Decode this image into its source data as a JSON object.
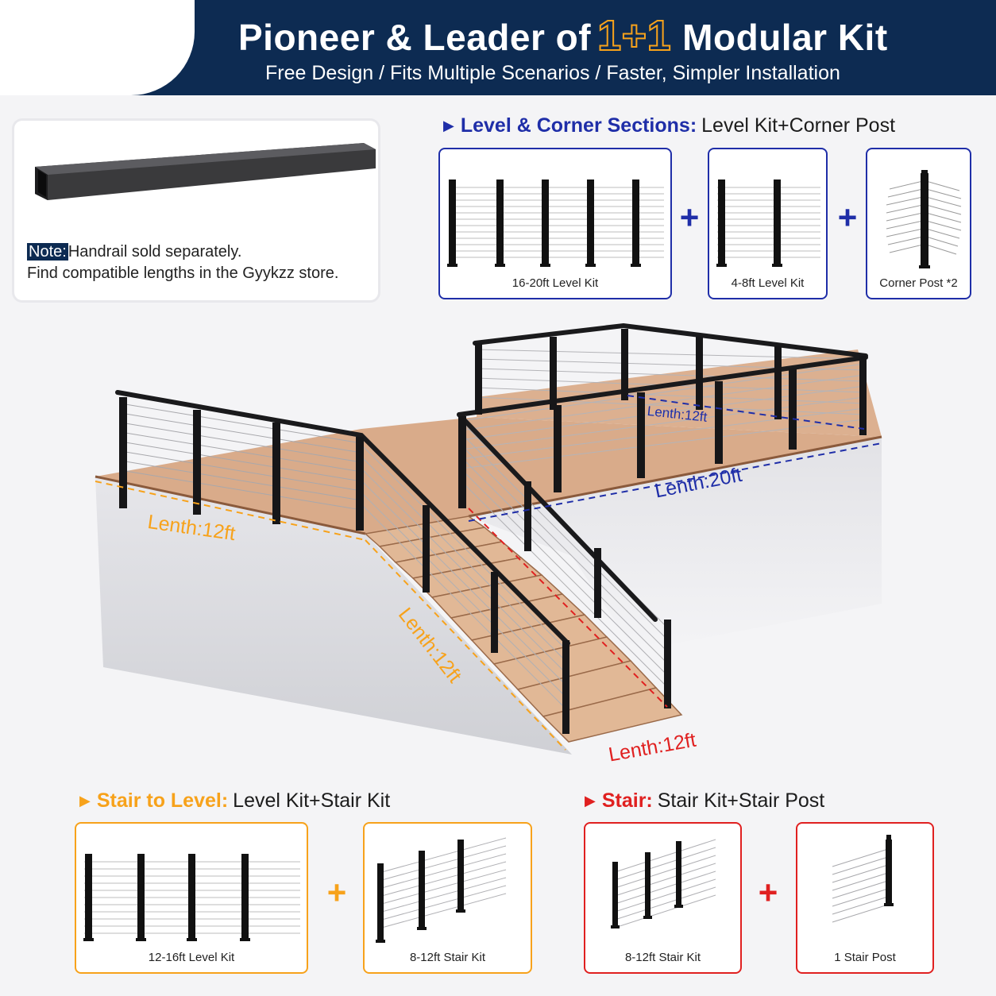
{
  "header": {
    "title_before": "Pioneer & Leader of",
    "title_highlight": "1+1",
    "title_after": "Modular Kit",
    "subtitle": "Free Design / Fits Multiple Scenarios / Faster, Simpler Installation"
  },
  "note": {
    "label": "Note:",
    "line1": "Handrail sold separately.",
    "line2": "Find compatible lengths in the Gyykzz store."
  },
  "level_corner": {
    "label": "Level & Corner Sections:",
    "combo": "Level Kit+Corner Post",
    "items": [
      {
        "caption": "16-20ft Level Kit"
      },
      {
        "caption": "4-8ft Level Kit"
      },
      {
        "caption": "Corner Post *2"
      }
    ],
    "plus": "+"
  },
  "dimensions": {
    "left_length": "Lenth:12ft",
    "back_length": "Lenth:12ft",
    "front_length": "Lenth:20ft",
    "stair_length": "Lenth:12ft",
    "bottom_length": "Lenth:12ft"
  },
  "stair_to_level": {
    "label": "Stair to Level:",
    "combo": "Level Kit+Stair Kit",
    "items": [
      {
        "caption": "12-16ft Level Kit"
      },
      {
        "caption": "8-12ft Stair Kit"
      }
    ],
    "plus": "+"
  },
  "stair": {
    "label": "Stair:",
    "combo": "Stair Kit+Stair Post",
    "items": [
      {
        "caption": "8-12ft Stair Kit"
      },
      {
        "caption": "1 Stair Post"
      }
    ],
    "plus": "+"
  },
  "colors": {
    "navy": "#0d2b52",
    "blue": "#1f2ea8",
    "orange": "#f7a21b",
    "red": "#e02020"
  }
}
